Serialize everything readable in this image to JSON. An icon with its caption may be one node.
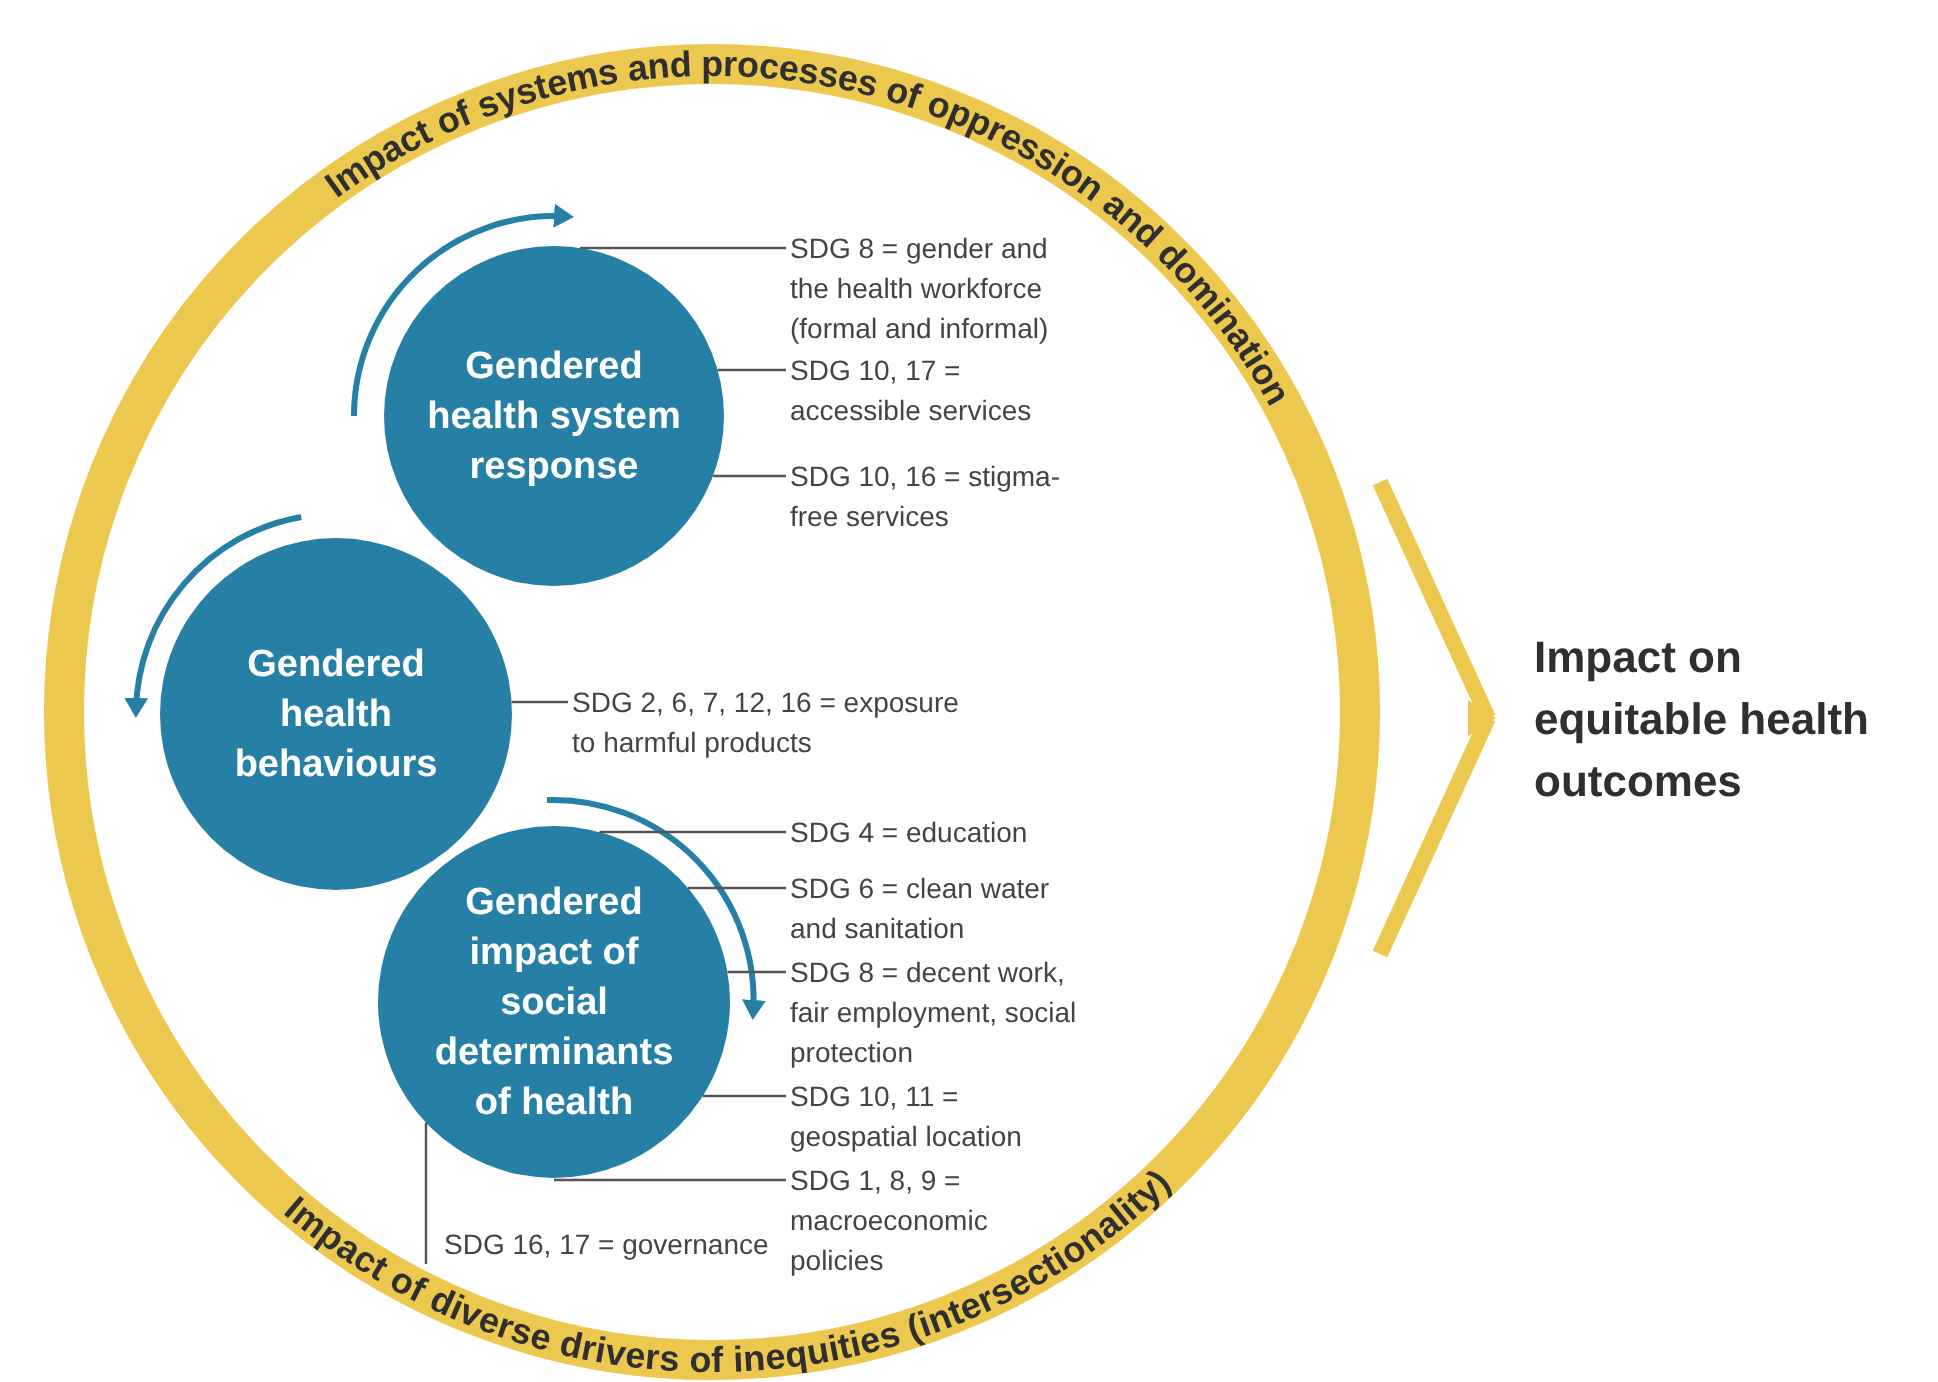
{
  "diagram": {
    "nodes": [
      {
        "text": [
          "Impact of systems and processes of oppression and domination",
          "Impact of diverse drivers of inequities (intersectionality)"
        ]
      },
      {
        "text": [
          "Gendered health system response"
        ],
        "in": 0
      },
      {
        "text": [
          "Gendered health behaviours"
        ],
        "in": 0
      },
      {
        "text": [
          "Gendered impact of social determinants of health"
        ],
        "in": 0
      },
      {
        "text": [
          "SDG 8 = gender and the health workforce (formal and informal)"
        ],
        "in": 0
      },
      {
        "text": [
          "SDG 10, 17 = accessible services"
        ],
        "in": 0
      },
      {
        "text": [
          "SDG 10, 16 = stigma-free services"
        ],
        "in": 0
      },
      {
        "text": [
          "SDG 2, 6, 7, 12, 16 = exposure to harmful products"
        ],
        "in": 0
      },
      {
        "text": [
          "SDG 4 = education"
        ],
        "in": 0
      },
      {
        "text": [
          "SDG 6 = clean water and sanitation"
        ],
        "in": 0
      },
      {
        "text": [
          "SDG 8 = decent work, fair employment, social protection"
        ],
        "in": 0
      },
      {
        "text": [
          "SDG 10, 11 = geospatial location"
        ],
        "in": 0
      },
      {
        "text": [
          "SDG 1, 8, 9 = macroeconomic policies"
        ],
        "in": 0
      },
      {
        "text": [
          "SDG 16, 17 = governance"
        ],
        "in": 0
      },
      {
        "text": [
          "Impact on equitable health outcomes"
        ]
      }
    ],
    "edges": [
      {
        "from": 0,
        "to": 14,
        "arrow": "to",
        "style": "thick",
        "color": "#edc84e"
      },
      {
        "from": 4,
        "to": 1,
        "arrow": "none"
      },
      {
        "from": 5,
        "to": 1,
        "arrow": "none"
      },
      {
        "from": 6,
        "to": 1,
        "arrow": "none"
      },
      {
        "from": 7,
        "to": 2,
        "arrow": "none"
      },
      {
        "from": 8,
        "to": 3,
        "arrow": "none"
      },
      {
        "from": 9,
        "to": 3,
        "arrow": "none"
      },
      {
        "from": 10,
        "to": 3,
        "arrow": "none"
      },
      {
        "from": 11,
        "to": 3,
        "arrow": "none"
      },
      {
        "from": 12,
        "to": 3,
        "arrow": "none"
      },
      {
        "from": 13,
        "to": 3,
        "arrow": "none"
      }
    ]
  }
}
